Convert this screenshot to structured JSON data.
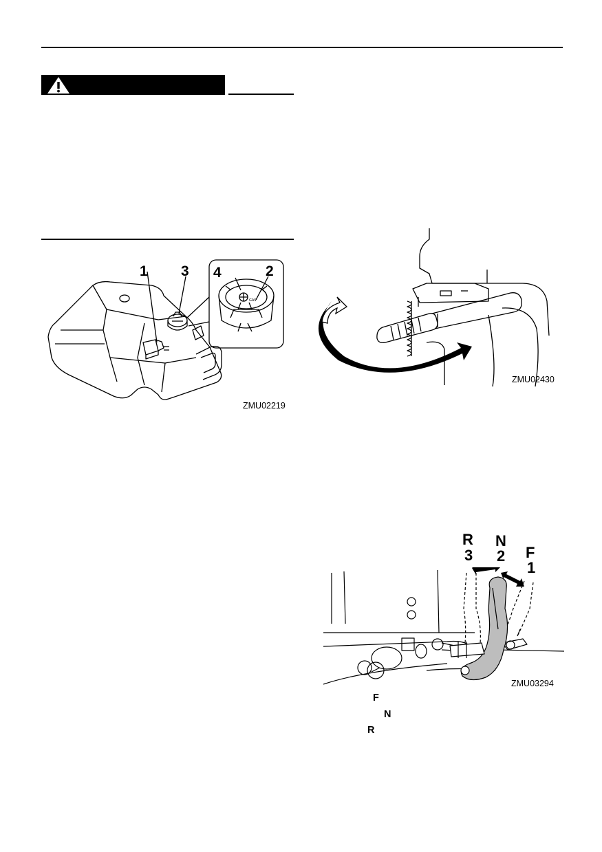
{
  "figures": {
    "fuel_tank": {
      "code": "ZMU02219",
      "callouts": [
        "1",
        "3",
        "4",
        "2"
      ]
    },
    "tiller": {
      "code": "ZMU02430"
    },
    "shift": {
      "code": "ZMU03294",
      "labels": {
        "r": "R",
        "three": "3",
        "n": "N",
        "two": "2",
        "f": "F",
        "one": "1"
      }
    }
  },
  "shift_legend": {
    "f": "F",
    "n": "N",
    "r": "R"
  }
}
